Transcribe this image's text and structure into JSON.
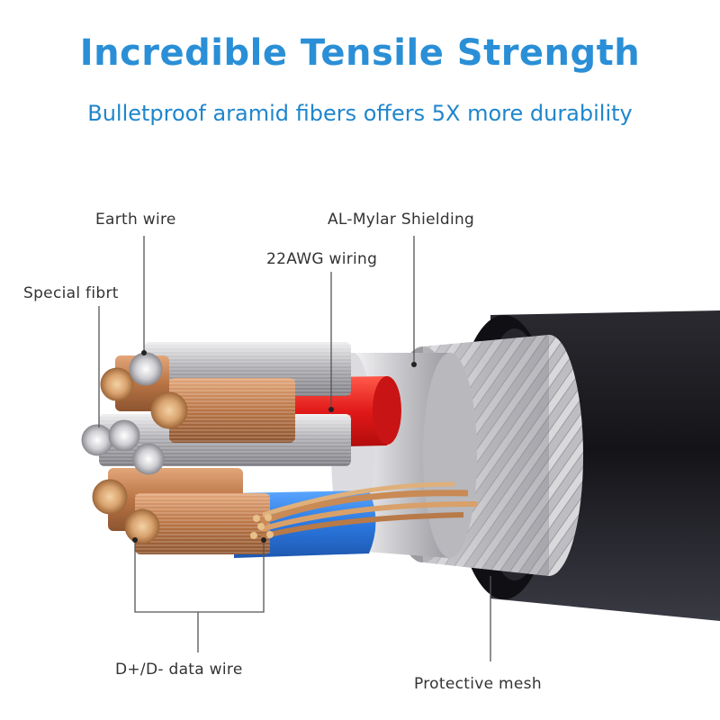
{
  "header": {
    "title": "Incredible Tensile Strength",
    "subtitle": "Bulletproof aramid fibers offers 5X more durability"
  },
  "labels": {
    "earth_wire": "Earth wire",
    "al_mylar": "AL-Mylar Shielding",
    "awg_wiring": "22AWG wiring",
    "special_fiber": "Special fibrt",
    "data_wire": "D+/D- data wire",
    "protective_mesh": "Protective mesh"
  },
  "colors": {
    "title": "#2a8fd6",
    "label_text": "#333333",
    "jacket": "#1c1c22",
    "red_wire": "#e02020",
    "blue_wire": "#2f7fe0",
    "copper": "#c8875a",
    "silver": "#c9c9cc"
  }
}
